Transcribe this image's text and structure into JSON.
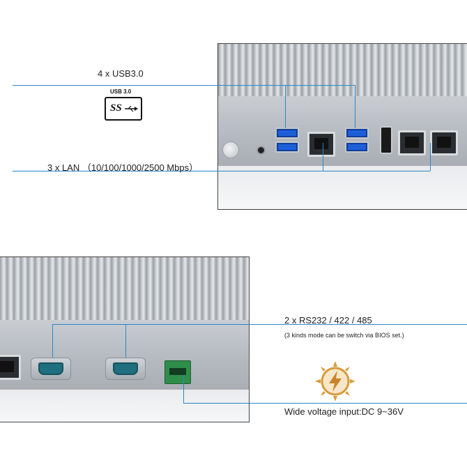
{
  "callouts": {
    "usb": {
      "label": "4 x USB3.0",
      "logo_caption": "USB 3.0",
      "logo_text": "SS"
    },
    "lan": {
      "label": "3 x LAN （10/100/1000/2500 Mbps）"
    },
    "serial": {
      "label": "2 x RS232 / 422 / 485",
      "note": "(3 kinds mode can be switch via BIOS set.)"
    },
    "power": {
      "label": "Wide voltage input:DC 9~36V"
    }
  },
  "colors": {
    "callout_line": "#2a86c9",
    "usb_port": "#1d5fd8",
    "dc_connector": "#2f8d4a",
    "serial_insert": "#1f6f7e",
    "power_icon": "#d89a3a"
  },
  "icons": [
    "usb-superspeed-icon",
    "lightning-power-icon",
    "power-button-icon"
  ]
}
